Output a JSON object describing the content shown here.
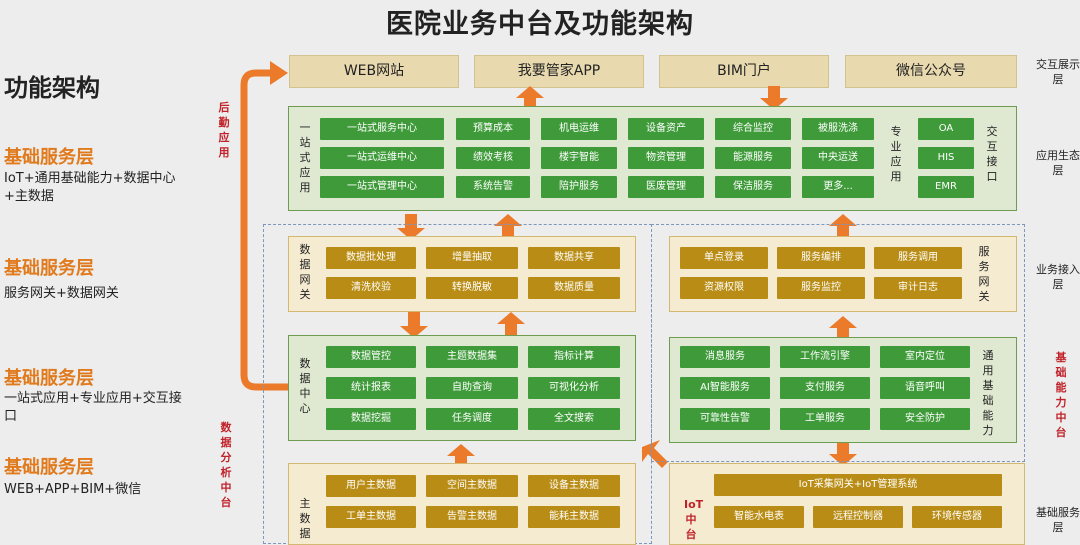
{
  "title": "医院业务中台及功能架构",
  "left_heading": "功能架构",
  "left_sections": [
    {
      "head": "基础服务层",
      "desc": "IoT+通用基础能力+数据中心+主数据"
    },
    {
      "head": "基础服务层",
      "desc": "服务网关+数据网关"
    },
    {
      "head": "基础服务层",
      "desc": "一站式应用+专业应用+交互接口"
    },
    {
      "head": "基础服务层",
      "desc": "WEB+APP+BIM+微信"
    }
  ],
  "side_labels": {
    "houqin": "后勤应用",
    "shuju": "数据分析中台",
    "jichu": "基础能力中台"
  },
  "right_labels": [
    "交互展示层",
    "应用生态层",
    "业务接入层",
    "基础服务层"
  ],
  "top_row": [
    "WEB网站",
    "我要管家APP",
    "BIM门户",
    "微信公众号"
  ],
  "app_layer": {
    "left_title": "一站式应用",
    "one_stop": [
      "一站式服务中心",
      "一站式运维中心",
      "一站式管理中心"
    ],
    "grid": [
      [
        "预算成本",
        "机电运维",
        "设备资产",
        "综合监控",
        "被服洗涤"
      ],
      [
        "绩效考核",
        "楼宇智能",
        "物资管理",
        "能源服务",
        "中央运送"
      ],
      [
        "系统告警",
        "陪护服务",
        "医废管理",
        "保洁服务",
        "更多..."
      ]
    ],
    "pro_title": "专业应用",
    "interfaces": [
      "OA",
      "HIS",
      "EMR"
    ],
    "interface_title": "交互接口"
  },
  "data_gateway": {
    "title": "数据网关",
    "items": [
      [
        "数据批处理",
        "增量抽取",
        "数据共享"
      ],
      [
        "清洗校验",
        "转换脱敏",
        "数据质量"
      ]
    ]
  },
  "service_gateway": {
    "title": "服务网关",
    "items": [
      [
        "单点登录",
        "服务编排",
        "服务调用"
      ],
      [
        "资源权限",
        "服务监控",
        "审计日志"
      ]
    ]
  },
  "data_center": {
    "title": "数据中心",
    "items": [
      [
        "数据管控",
        "主题数据集",
        "指标计算"
      ],
      [
        "统计报表",
        "自助查询",
        "可视化分析"
      ],
      [
        "数据挖掘",
        "任务调度",
        "全文搜索"
      ]
    ]
  },
  "general_ability": {
    "title": "通用基础能力",
    "items": [
      [
        "消息服务",
        "工作流引擎",
        "室内定位"
      ],
      [
        "AI智能服务",
        "支付服务",
        "语音呼叫"
      ],
      [
        "可靠性告警",
        "工单服务",
        "安全防护"
      ]
    ]
  },
  "master_data": {
    "title": "主数据",
    "items": [
      [
        "用户主数据",
        "空间主数据",
        "设备主数据"
      ],
      [
        "工单主数据",
        "告警主数据",
        "能耗主数据"
      ]
    ]
  },
  "iot": {
    "title": "IoT中台",
    "header": "IoT采集网关+IoT管理系统",
    "items": [
      "智能水电表",
      "远程控制器",
      "环境传感器"
    ]
  },
  "colors": {
    "green": "#3f9b3a",
    "gold": "#b98d15",
    "orange": "#ec7a2b",
    "red_label": "#c0222a"
  }
}
